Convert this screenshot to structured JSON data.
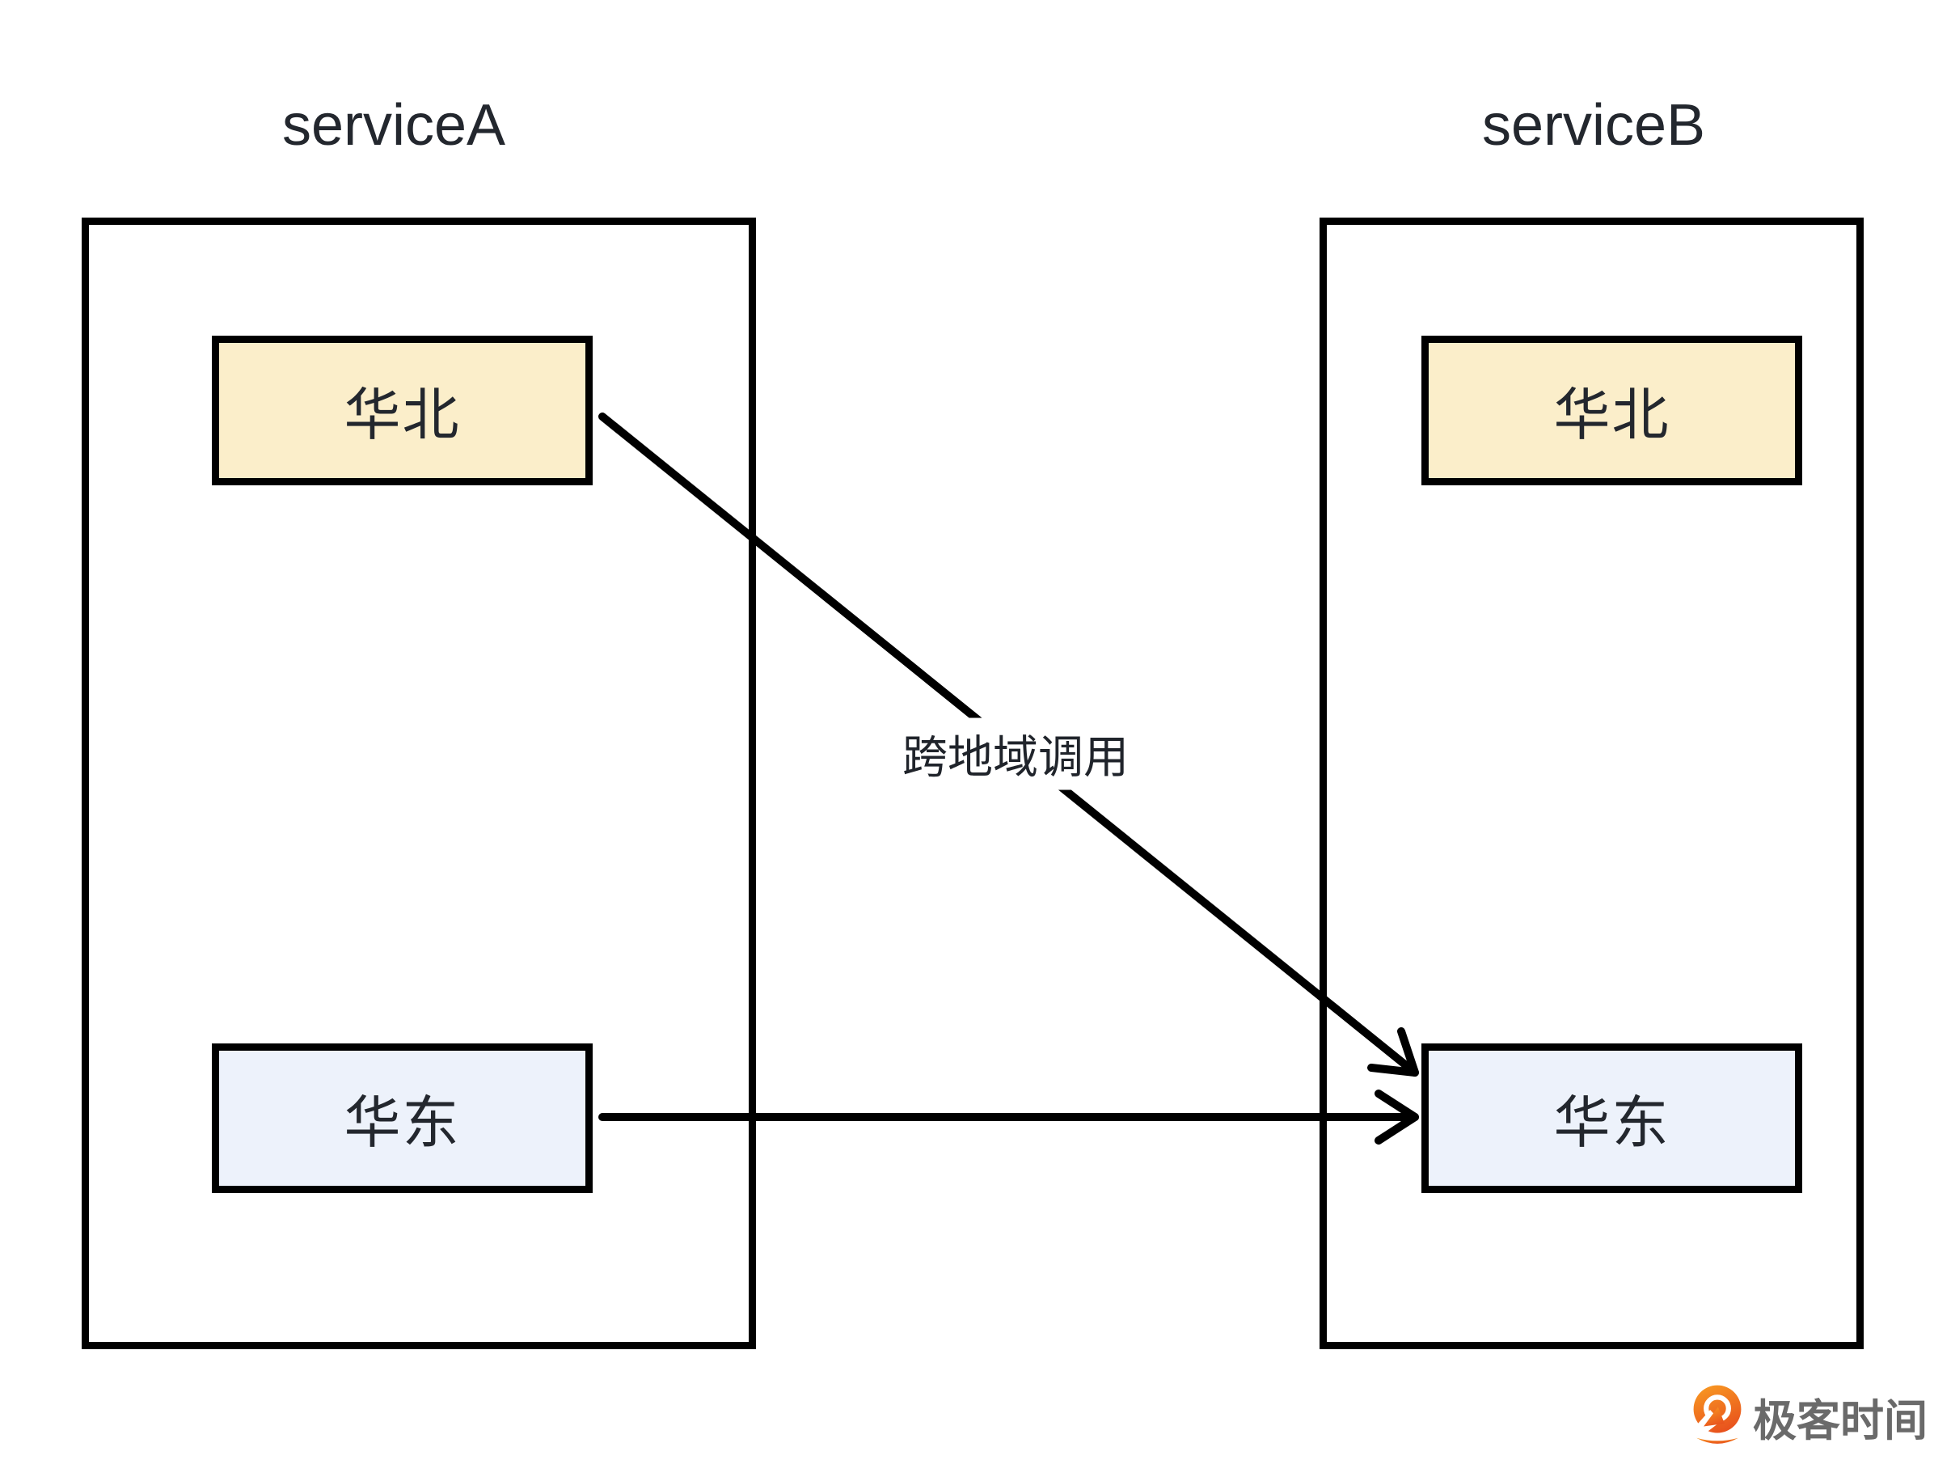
{
  "diagram": {
    "services": [
      {
        "title": "serviceA",
        "regions": [
          {
            "label": "华北",
            "fill": "#FBEECA"
          },
          {
            "label": "华东",
            "fill": "#EDF2FB"
          }
        ]
      },
      {
        "title": "serviceB",
        "regions": [
          {
            "label": "华北",
            "fill": "#FBEECA"
          },
          {
            "label": "华东",
            "fill": "#EDF2FB"
          }
        ]
      }
    ],
    "edges": [
      {
        "from": "serviceA 华北",
        "to": "serviceB 华东",
        "label": "跨地域调用",
        "style": "diagonal-arrow"
      },
      {
        "from": "serviceA 华东",
        "to": "serviceB 华东",
        "label": "",
        "style": "horizontal-arrow"
      }
    ],
    "stroke_color": "#000000",
    "text_color": "#23272E"
  },
  "footer_logo": {
    "text": "极客时间",
    "text_color": "#6A6A6A",
    "orange_top": "#F89822",
    "orange_bottom": "#E8511D"
  }
}
